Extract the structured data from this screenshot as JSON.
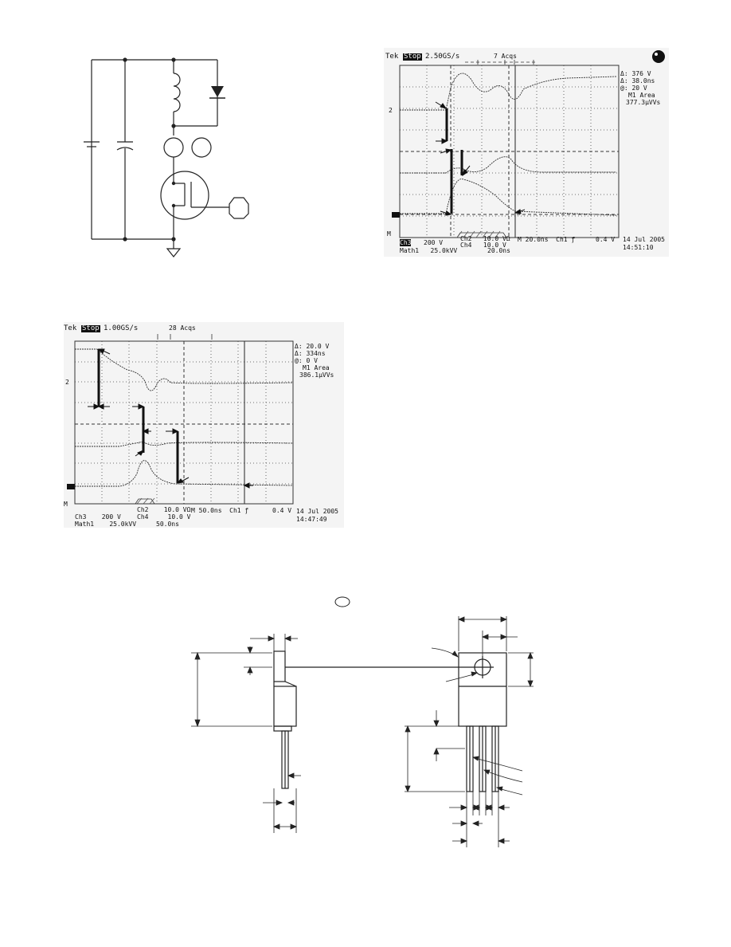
{
  "scope1": {
    "header_brand": "Tek",
    "header_state": "Stop",
    "header_rate": "2.50GS/s",
    "acqs": "7 Acqs",
    "readout_delta_v": "Δ: 376 V",
    "readout_delta_t": "Δ: 38.0ns",
    "readout_at": "@: 20 V",
    "readout_area_label": "M1 Area",
    "readout_area": "377.3μVVs",
    "ref_2": "2",
    "ref_m": "M",
    "foot_ch3_label": "Ch3",
    "foot_ch3_val": "200 V",
    "foot_ch2": "Ch2   10.0 VΩ",
    "foot_ch4": "Ch4   10.0 V",
    "foot_time": "M 20.0ns  Ch1 ƒ",
    "foot_trig": "0.4 V",
    "foot_math": "Math1   25.0kVV",
    "foot_math_t": "20.0ns",
    "date": "14 Jul 2005",
    "time": "14:51:10"
  },
  "scope2": {
    "header_brand": "Tek",
    "header_state": "Stop",
    "header_rate": "1.00GS/s",
    "acqs": "28 Acqs",
    "readout_delta_v": "Δ: 20.0 V",
    "readout_delta_t": "Δ: 334ns",
    "readout_at": "@: 0 V",
    "readout_area_label": "M1 Area",
    "readout_area": "386.1μVVs",
    "ref_2": "2",
    "ref_m": "M",
    "foot_ch3": "Ch3    200 V",
    "foot_ch2": "Ch2    10.0 VΩ",
    "foot_ch4": "Ch4     10.0 V",
    "foot_time": "M 50.0ns  Ch1 ƒ",
    "foot_trig": "0.4 V",
    "foot_math": "Math1    25.0kVV",
    "foot_math_t": "50.0ns",
    "date": "14 Jul 2005",
    "time": "14:47:49"
  }
}
